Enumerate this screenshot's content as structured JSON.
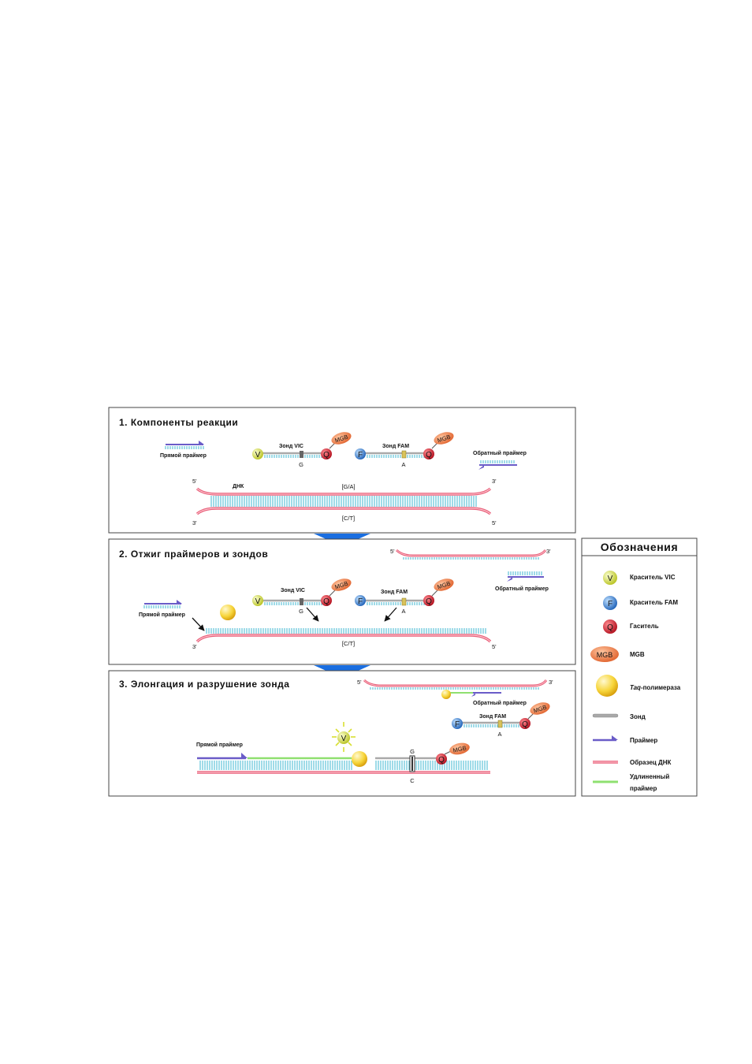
{
  "panels": {
    "p1": {
      "title": "1. Компоненты реакции",
      "forward_primer": "Прямой праймер",
      "probe_vic": "Зонд VIC",
      "probe_fam": "Зонд FAM",
      "reverse_primer": "Обратный праймер",
      "dna_label": "ДНК",
      "allele_top": "[G/A]",
      "allele_bottom": "[C/T]",
      "base_vic": "G",
      "base_fam": "A",
      "end_5": "5'",
      "end_3": "3'"
    },
    "p2": {
      "title": "2. Отжиг праймеров и зондов",
      "forward_primer": "Прямой праймер",
      "probe_vic": "Зонд VIC",
      "probe_fam": "Зонд FAM",
      "reverse_primer": "Обратный праймер",
      "allele_bottom": "[C/T]",
      "base_vic": "G",
      "base_fam": "A",
      "end_5": "5'",
      "end_3": "3'"
    },
    "p3": {
      "title": "3. Элонгация и разрушение зонда",
      "forward_primer": "Прямой праймер",
      "reverse_primer": "Обратный праймер",
      "probe_fam": "Зонд FAM",
      "base_fam": "A",
      "base_g": "G",
      "base_c": "C",
      "end_5": "5'",
      "end_3": "3'"
    }
  },
  "symbols": {
    "V": "V",
    "F": "F",
    "Q": "Q",
    "MGB": "MGB"
  },
  "legend": {
    "title": "Обозначения",
    "items": [
      {
        "label": "Краситель VIC"
      },
      {
        "label": "Краситель FAM"
      },
      {
        "label": "Гаситель"
      },
      {
        "label": "MGB"
      },
      {
        "label_em": "Taq",
        "label_rest": "-полимераза"
      },
      {
        "label": "Зонд"
      },
      {
        "label": "Праймер"
      },
      {
        "label": "Образец ДНК"
      },
      {
        "label_line1": "Удлиненный",
        "label_line2": "праймер"
      }
    ]
  },
  "colors": {
    "dna_red": "#e8607a",
    "dna_inner": "#ffd0d8",
    "rungs": "#5fc3d8",
    "primer_blue": "#6a5cc8",
    "probe_gray": "#a9a9a9",
    "extended_green": "#8fe070",
    "vic_yellow": "#d8e030",
    "fam_blue": "#3a86d8",
    "quencher_red": "#d42030",
    "mgb_orange": "#ee7a3a",
    "taq_yellow": "#f2c418",
    "arrow_blue": "#1a6ee0",
    "frame": "#444444"
  }
}
